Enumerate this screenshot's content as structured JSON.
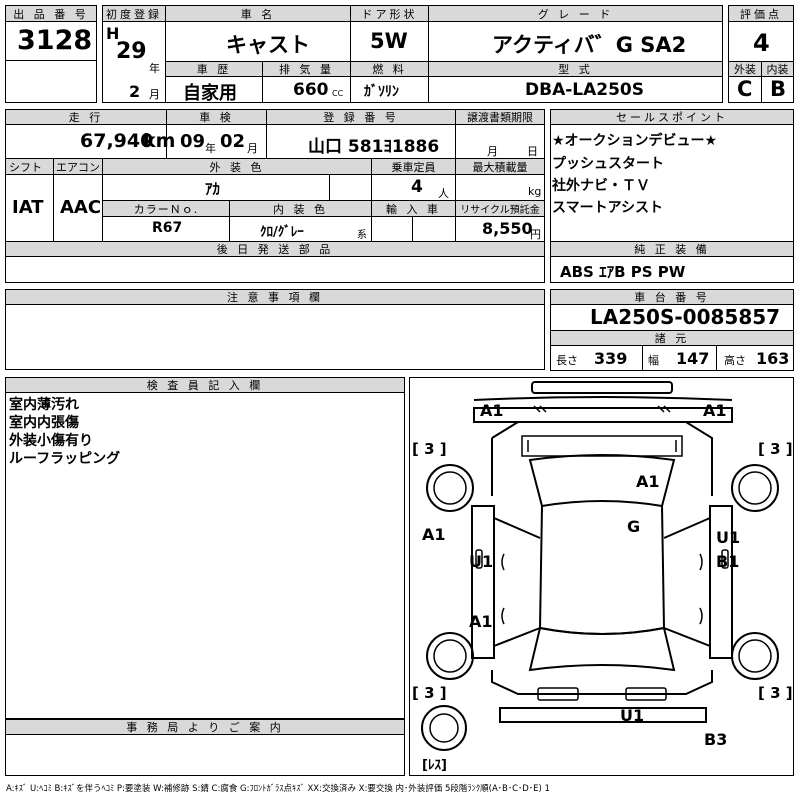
{
  "header": {
    "lot_no_label": "出 品 番 号",
    "lot_no": "3128",
    "first_reg_label": "初度登録",
    "era": "H",
    "year": "29",
    "year_unit": "年",
    "month": "2",
    "month_unit": "月",
    "car_name_label": "車 名",
    "car_name": "キャスト",
    "door_label": "ドア形状",
    "door": "5W",
    "grade_label": "グ レ ー ド",
    "grade": "アクティバ゛G SA2",
    "score_label": "評価点",
    "score": "4",
    "history_label": "車 歴",
    "history": "自家用",
    "displacement_label": "排 気 量",
    "displacement": "660",
    "displacement_unit": "CC",
    "fuel_label": "燃 料",
    "fuel": "ｶﾞｿﾘﾝ",
    "model_label": "型 式",
    "model": "DBA-LA250S",
    "exterior_label": "外装",
    "exterior": "C",
    "interior_label": "内装",
    "interior": "B"
  },
  "row2": {
    "mileage_label": "走 行",
    "mileage": "67,940",
    "mileage_unit": "km",
    "inspection_label": "車 検",
    "insp_year": "09",
    "insp_year_unit": "年",
    "insp_month": "02",
    "insp_month_unit": "月",
    "reg_no_label": "登 録 番 号",
    "reg_no": "山口 581ﾖ1886",
    "transfer_label": "譲渡書類期限",
    "transfer_month_unit": "月",
    "transfer_day_unit": "日",
    "shift_label": "シフト",
    "shift": "IAT",
    "ac_label": "エアコン",
    "ac": "AAC",
    "ext_color_label": "外 装 色",
    "ext_color": "ｱｶ",
    "capacity_label": "乗車定員",
    "capacity": "4",
    "capacity_unit": "人",
    "max_load_label": "最大積載量",
    "max_load_unit": "kg",
    "color_no_label": "カラーＮｏ.",
    "color_no": "R67",
    "int_color_label": "内 装 色",
    "int_color": "ｸﾛ/ｸﾞﾚｰ",
    "int_color_suffix": "系",
    "import_label": "輸 入 車",
    "recycle_label": "リサイクル預託金",
    "recycle": "8,550",
    "recycle_unit": "円",
    "later_label": "後 日 発 送 部 品"
  },
  "sales_points": {
    "label": "セールスポイント",
    "items": [
      "★オークションデビュー★",
      "プッシュスタート",
      "社外ナビ・ＴＶ",
      "スマートアシスト"
    ]
  },
  "equipment": {
    "label": "純 正 装 備",
    "value": "ABS ｴｱB PS PW"
  },
  "notes": {
    "label": "注 意 事 項 欄"
  },
  "chassis": {
    "label": "車 台 番 号",
    "value": "LA250S-0085857"
  },
  "specs": {
    "label": "諸 元",
    "length_label": "長さ",
    "length": "339",
    "width_label": "幅",
    "width": "147",
    "height_label": "高さ",
    "height": "163"
  },
  "inspector": {
    "label": "検 査 員 記 入 欄",
    "lines": [
      "室内薄汚れ",
      "室内内張傷",
      "外装小傷有り",
      "ルーフラッピング"
    ]
  },
  "diagram_labels": {
    "a1_fl": "A1",
    "a1_fr": "A1",
    "tire_fl": "[ 3 ]",
    "tire_fr": "[ 3 ]",
    "a1_hood": "A1",
    "g_glass": "G",
    "a1_left": "A1",
    "u1_left": "U1",
    "u1_right": "U1",
    "b1_right": "B1",
    "a1_rear_left": "A1",
    "tire_rl": "[ 3 ]",
    "tire_rr": "[ 3 ]",
    "u1_rear": "U1",
    "b3_rear": "B3",
    "spare": "[ﾚｽ]"
  },
  "office": {
    "label": "事 務 局 よ り ご 案 内"
  },
  "legend": "A:ｷｽﾞ U:ﾍｺﾐ B:ｷｽﾞを伴うﾍｺﾐ P:要塗装 W:補修跡 S:錆 C:腐食 G:ﾌﾛﾝﾄｶﾞﾗｽ点ｷｽﾞ XX:交換済み X:要交換 内･外装評価 5段階ﾗﾝｸ順(A･B･C･D･E) 1"
}
